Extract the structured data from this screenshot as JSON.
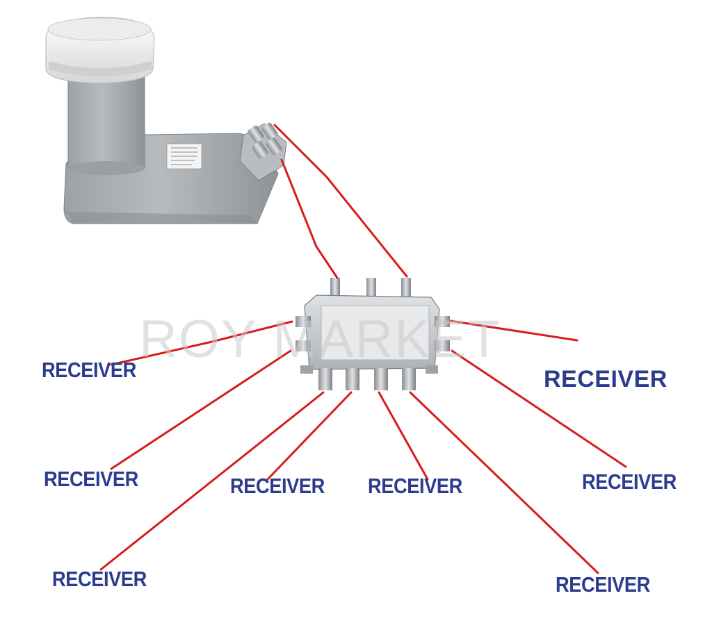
{
  "watermark": "ROY MARKET",
  "labels": [
    {
      "text": "RECEIVER"
    },
    {
      "text": "RECEIVER"
    },
    {
      "text": "RECEIVER"
    },
    {
      "text": "RECEIVER"
    },
    {
      "text": "RECEIVER"
    },
    {
      "text": "RECEIVER"
    },
    {
      "text": "RECEIVER"
    },
    {
      "text": "RECEIVER"
    }
  ],
  "colors": {
    "cable": "#d81b1b",
    "label": "#2b3c8e",
    "lnb_body": "#a9aeb1",
    "lnb_cap": "#f1f1f1",
    "switch_body": "#c9ccd0"
  },
  "icons": [
    "lnb-device-icon",
    "multiswitch-device-icon"
  ]
}
